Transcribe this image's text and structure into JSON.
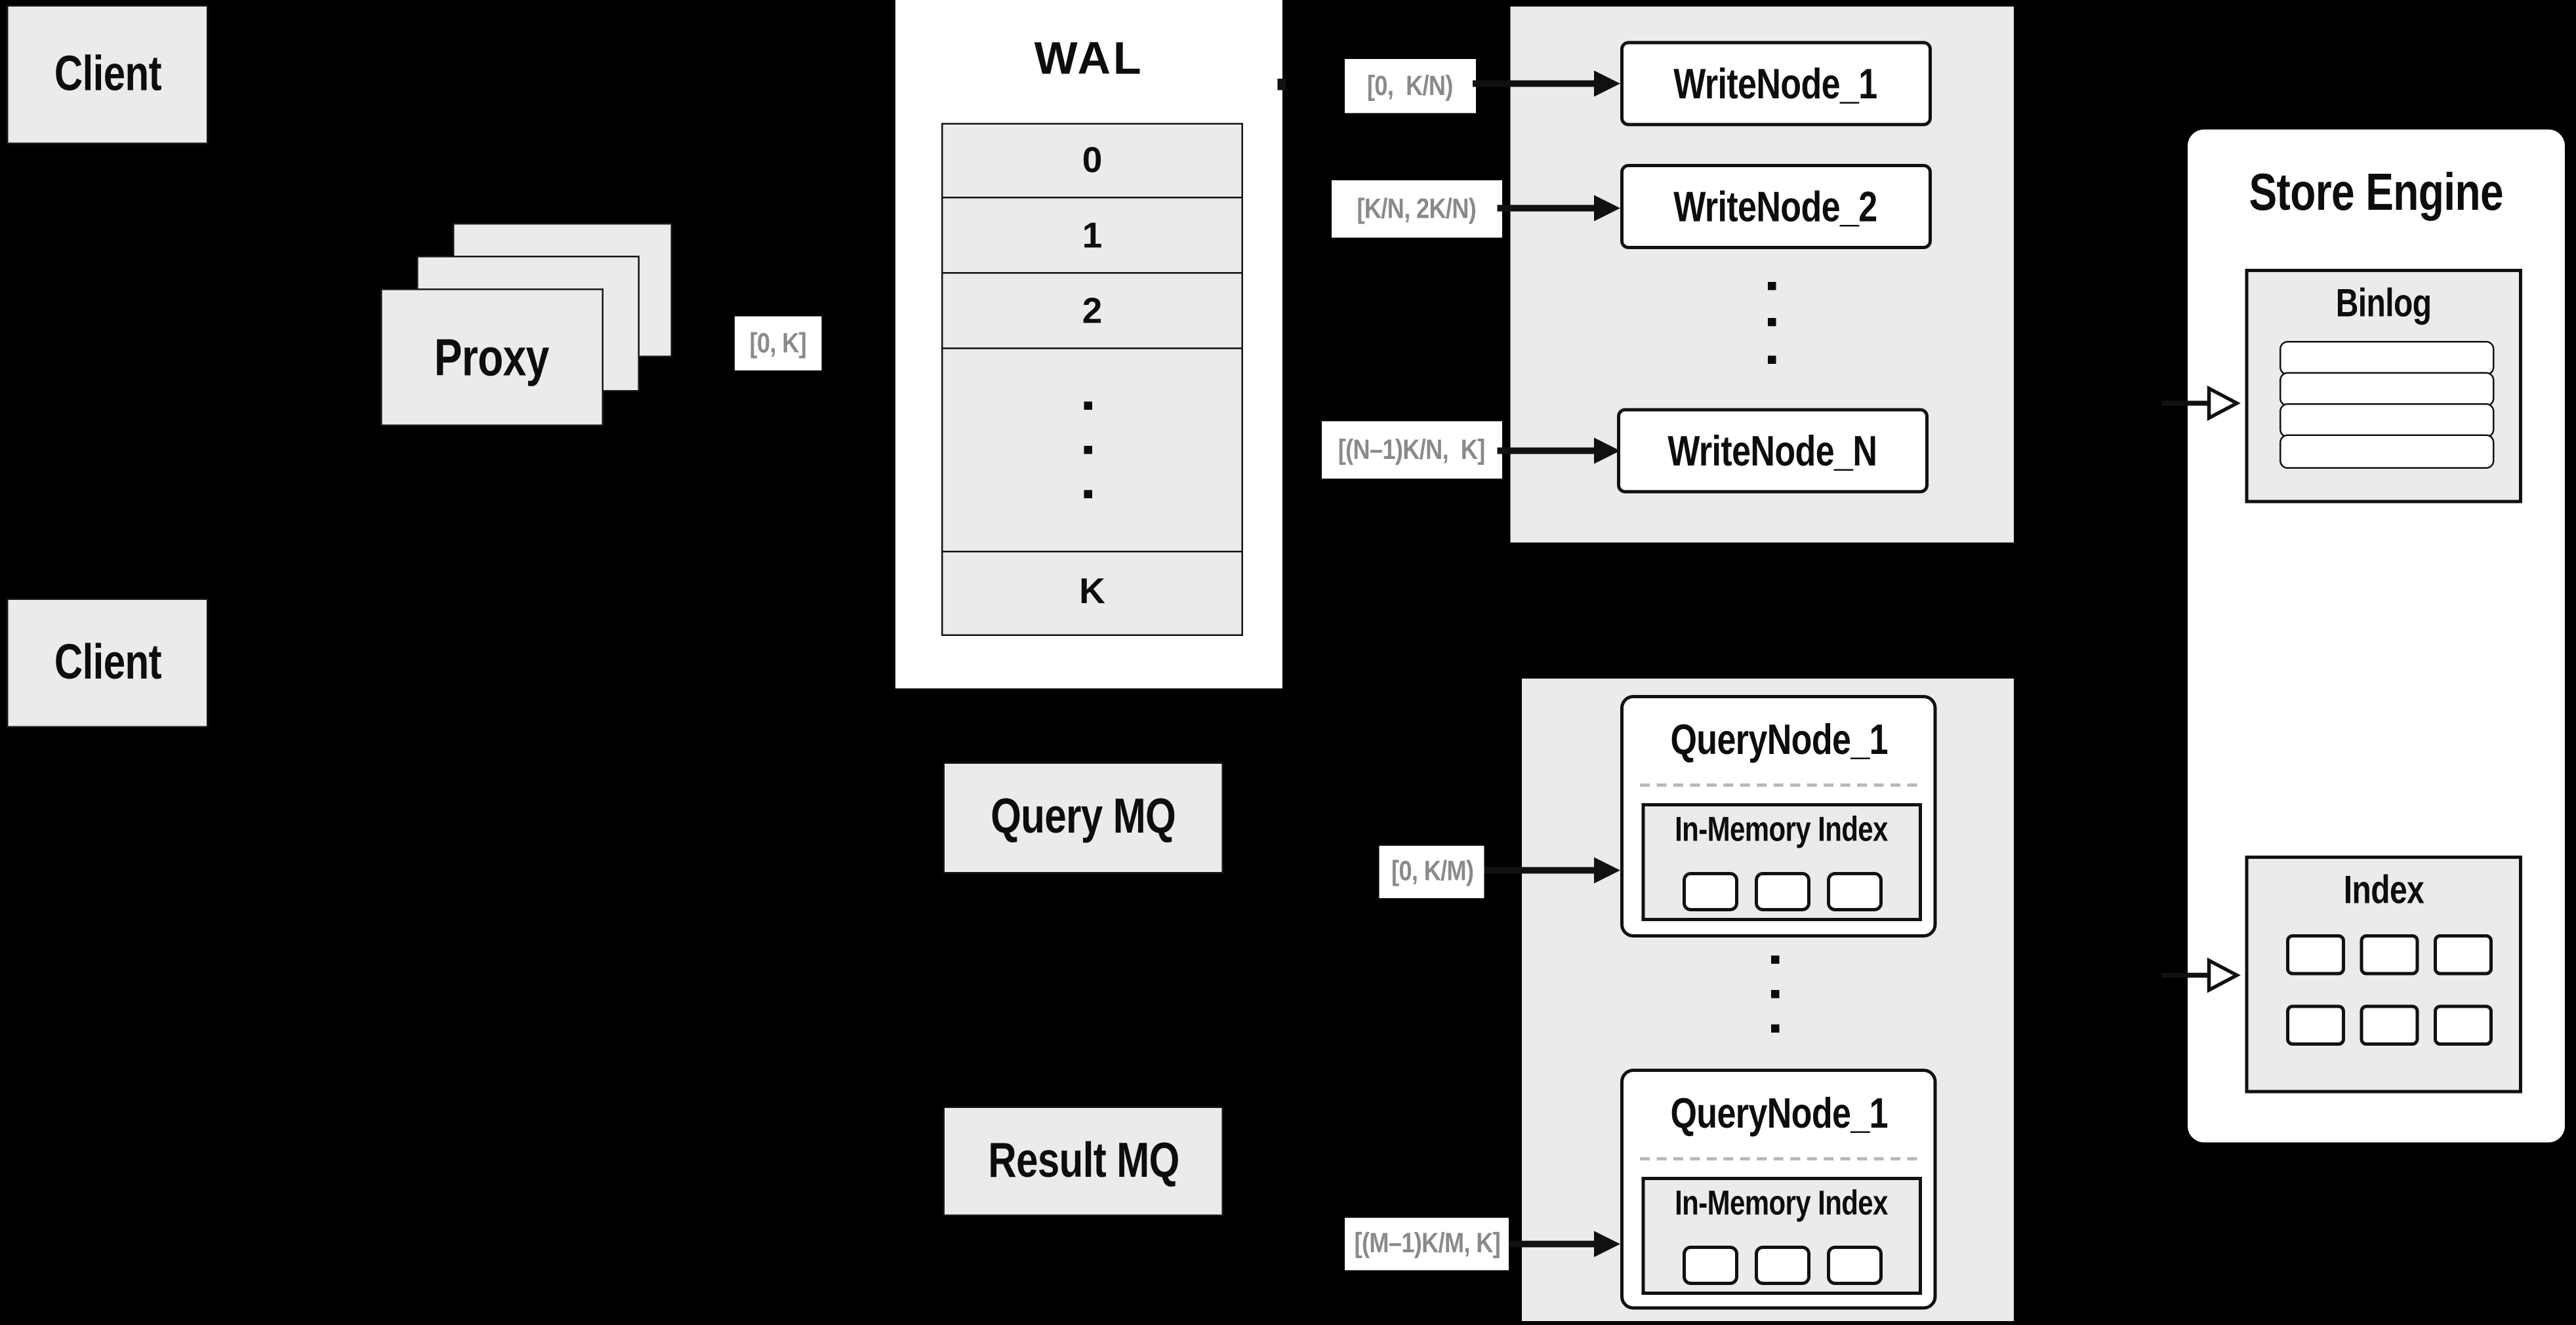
{
  "colors": {
    "background": "#000000",
    "panel_gray": "#ebebeb",
    "box_white": "#ffffff",
    "line_black": "#111111",
    "range_label_text": "#8a8a8a"
  },
  "clients": {
    "top": "Client",
    "bottom": "Client"
  },
  "proxy": {
    "label": "Proxy"
  },
  "wal": {
    "title": "WAL",
    "rows": [
      "0",
      "1",
      "2",
      "K"
    ]
  },
  "mq": {
    "query": "Query MQ",
    "result": "Result MQ"
  },
  "range_labels": {
    "proxy_out": "[0, K]",
    "write_first": "[0,  K/N)",
    "write_second": "[K/N, 2K/N)",
    "write_last": "[(N–1)K/N,  K]",
    "query_first": "[0, K/M)",
    "query_last": "[(M–1)K/M, K]"
  },
  "write_nodes": {
    "first": "WriteNode_1",
    "second": "WriteNode_2",
    "last": "WriteNode_N"
  },
  "query_nodes": {
    "first": {
      "title": "QueryNode_1",
      "inner_title": "In-Memory Index"
    },
    "last": {
      "title": "QueryNode_1",
      "inner_title": "In-Memory Index"
    }
  },
  "store_engine": {
    "title": "Store Engine",
    "binlog_title": "Binlog",
    "index_title": "Index"
  }
}
